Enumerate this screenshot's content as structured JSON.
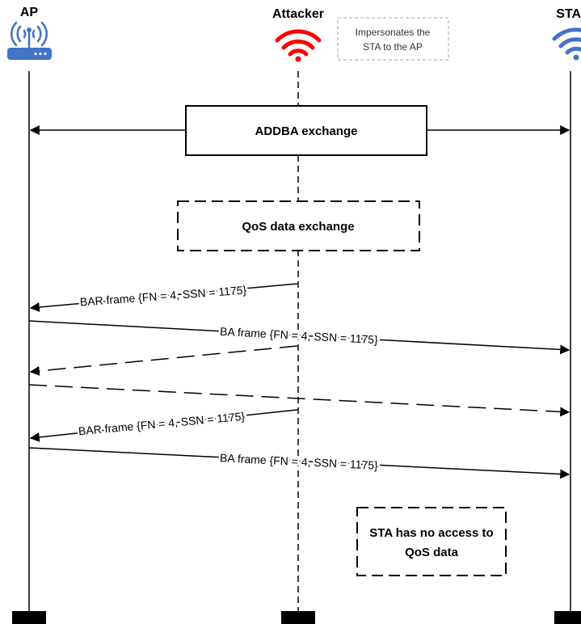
{
  "actors": {
    "ap": "AP",
    "attacker": "Attacker",
    "sta": "STA"
  },
  "note": {
    "line1": "Impersonates the",
    "line2": "STA to the AP"
  },
  "boxes": {
    "addba": "ADDBA exchange",
    "qos": "QoS data exchange",
    "result_line1": "STA has no access to",
    "result_line2": "QoS data"
  },
  "messages": {
    "bar1": "BAR frame {FN = 4, SSN = 1175}",
    "ba1": "BA frame {FN = 4, SSN = 1175}",
    "bar2": "BAR frame {FN = 4, SSN = 1175}",
    "ba2": "BA frame {FN = 4, SSN = 1175}"
  },
  "colors": {
    "ap_icon": "#4472c4",
    "attacker_icon": "#ff0000",
    "sta_icon": "#4472c4",
    "line": "#000000",
    "note_border": "#a6a6a6"
  },
  "icons": {
    "ap": "wifi-router-icon",
    "attacker": "wifi-signal-icon",
    "sta": "wifi-signal-icon"
  }
}
